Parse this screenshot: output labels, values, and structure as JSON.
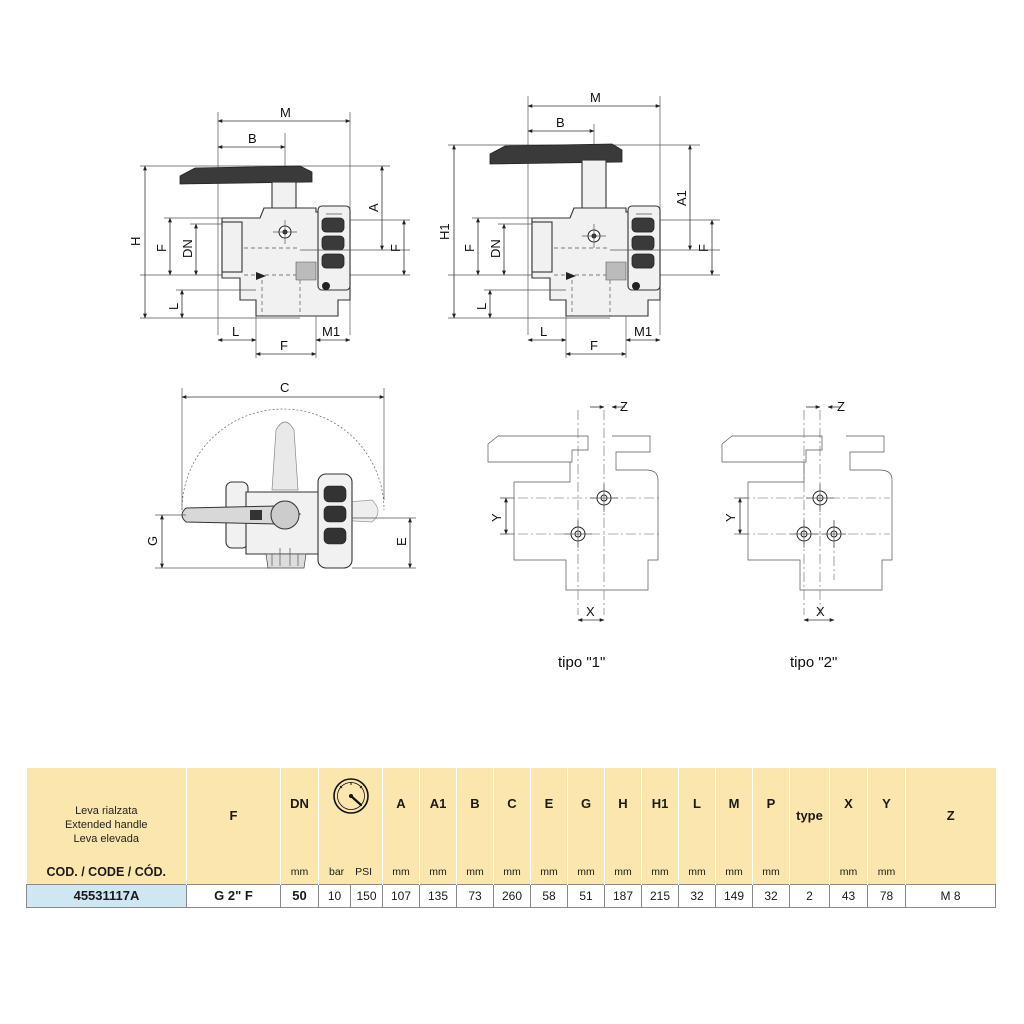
{
  "drawing": {
    "view1": {
      "labels": {
        "M": "M",
        "B": "B",
        "A": "A",
        "H": "H",
        "F_left": "F",
        "DN": "DN",
        "F_right": "F",
        "L_left": "L",
        "L_bottom": "L",
        "F_bottom": "F",
        "M1": "M1"
      }
    },
    "view2": {
      "labels": {
        "M": "M",
        "B": "B",
        "A1": "A1",
        "H1": "H1",
        "F_left": "F",
        "DN": "DN",
        "F_right": "F",
        "L_left": "L",
        "L_bottom": "L",
        "F_bottom": "F",
        "M1": "M1"
      }
    },
    "view3": {
      "labels": {
        "C": "C",
        "G": "G",
        "E": "E"
      }
    },
    "type1": {
      "labels": {
        "Z": "Z",
        "Y": "Y",
        "X": "X"
      },
      "caption": "tipo \"1\""
    },
    "type2": {
      "labels": {
        "Z": "Z",
        "Y": "Y",
        "X": "X"
      },
      "caption": "tipo \"2\""
    }
  },
  "table": {
    "handle_note": [
      "Leva rialzata",
      "Extended handle",
      "Leva elevada"
    ],
    "code_header": "COD. / CODE / CÓD.",
    "headers": {
      "F": "F",
      "DN": "DN",
      "A": "A",
      "A1": "A1",
      "B": "B",
      "C": "C",
      "E": "E",
      "G": "G",
      "H": "H",
      "H1": "H1",
      "L": "L",
      "M": "M",
      "P": "P",
      "type": "type",
      "X": "X",
      "Y": "Y",
      "Z": "Z"
    },
    "units": {
      "DN": "mm",
      "bar": "bar",
      "PSI": "PSI",
      "A": "mm",
      "A1": "mm",
      "B": "mm",
      "C": "mm",
      "E": "mm",
      "G": "mm",
      "H": "mm",
      "H1": "mm",
      "L": "mm",
      "M": "mm",
      "P": "mm",
      "X": "mm",
      "Y": "mm"
    },
    "row": {
      "code": "45531117A",
      "F": "G 2\" F",
      "DN": "50",
      "bar": "10",
      "PSI": "150",
      "A": "107",
      "A1": "135",
      "B": "73",
      "C": "260",
      "E": "58",
      "G": "51",
      "H": "187",
      "H1": "215",
      "L": "32",
      "M": "149",
      "P": "32",
      "type": "2",
      "X": "43",
      "Y": "78",
      "Z": "M 8"
    }
  }
}
